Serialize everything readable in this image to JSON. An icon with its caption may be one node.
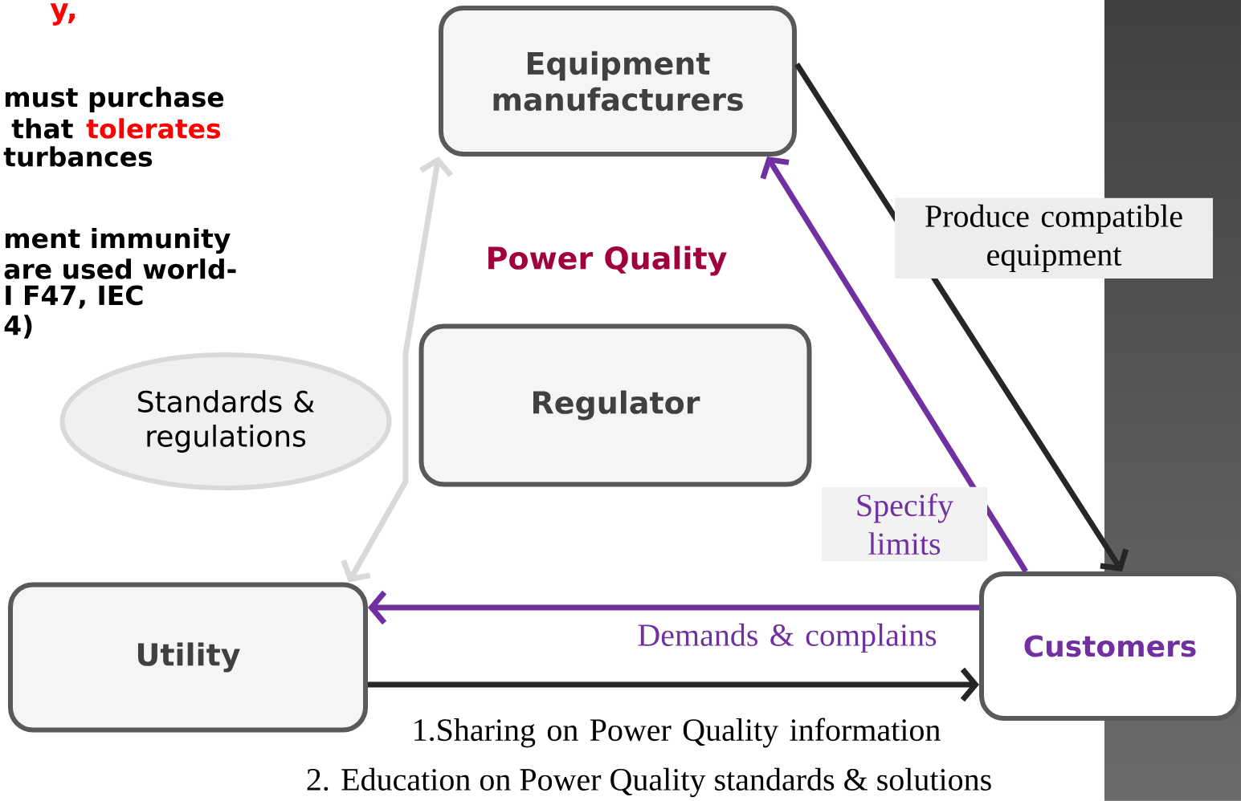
{
  "diagram": {
    "nodes": [
      {
        "text": [
          "Equipment manufacturers"
        ]
      },
      {
        "text": [
          "Regulator"
        ]
      },
      {
        "text": [
          "Standards & regulations"
        ]
      },
      {
        "text": [
          "Utility"
        ]
      },
      {
        "text": [
          "Customers"
        ]
      }
    ],
    "edges": [
      {
        "from": 3,
        "to": 0,
        "arrow": "both",
        "color": "#d9d9d9"
      },
      {
        "from": 0,
        "to": 4,
        "arrow": "to",
        "label": "Produce compatible equipment"
      },
      {
        "from": 4,
        "to": 0,
        "arrow": "to",
        "label": "Specify limits",
        "color": "#7030a0"
      },
      {
        "from": 4,
        "to": 3,
        "arrow": "to",
        "label": "Demands & complains",
        "color": "#7030a0"
      },
      {
        "from": 3,
        "to": 4,
        "arrow": "to",
        "label": "1.Sharing on Power Quality information"
      }
    ],
    "labels": [
      "y,",
      "must purchase",
      "that",
      "tolerates",
      "turbances",
      "ment immunity",
      "are used world-",
      "I F47, IEC",
      "4)",
      "Power Quality",
      "2. Education on Power Quality standards & solutions"
    ]
  }
}
